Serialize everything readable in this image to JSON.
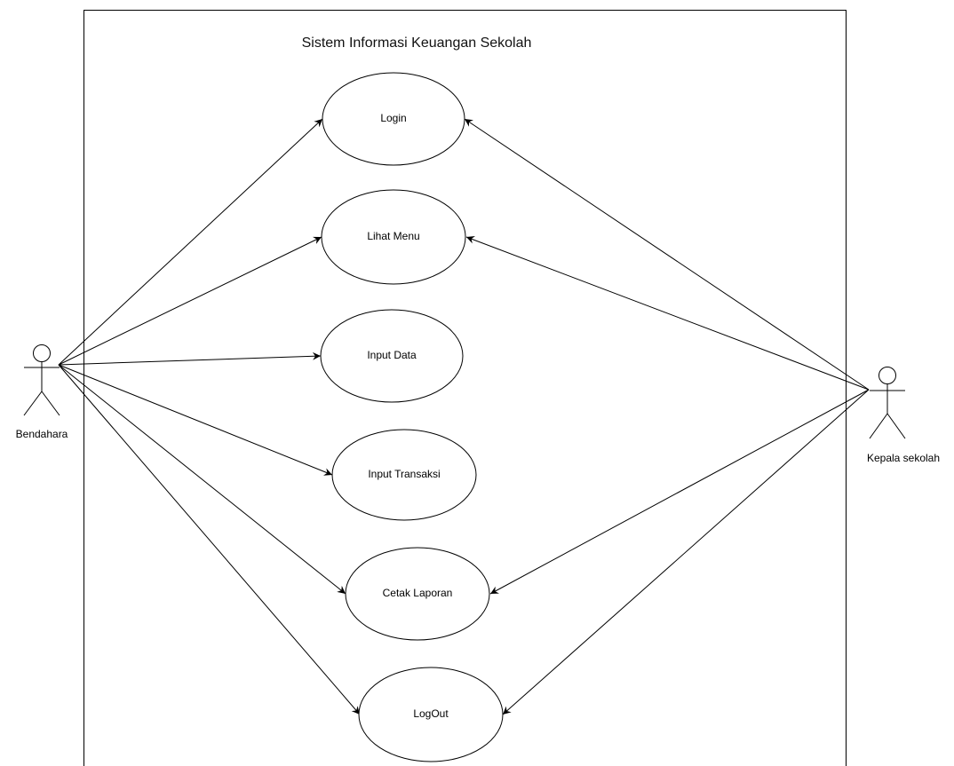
{
  "system": {
    "title": "Sistem Informasi Keuangan Sekolah"
  },
  "actors": {
    "bendahara": {
      "label": "Bendahara"
    },
    "kepala_sekolah": {
      "label": "Kepala sekolah"
    }
  },
  "use_cases": {
    "login": {
      "label": "Login"
    },
    "lihat_menu": {
      "label": "Lihat Menu"
    },
    "input_data": {
      "label": "Input Data"
    },
    "input_transaksi": {
      "label": "Input Transaksi"
    },
    "cetak_laporan": {
      "label": "Cetak Laporan"
    },
    "logout": {
      "label": "LogOut"
    }
  }
}
